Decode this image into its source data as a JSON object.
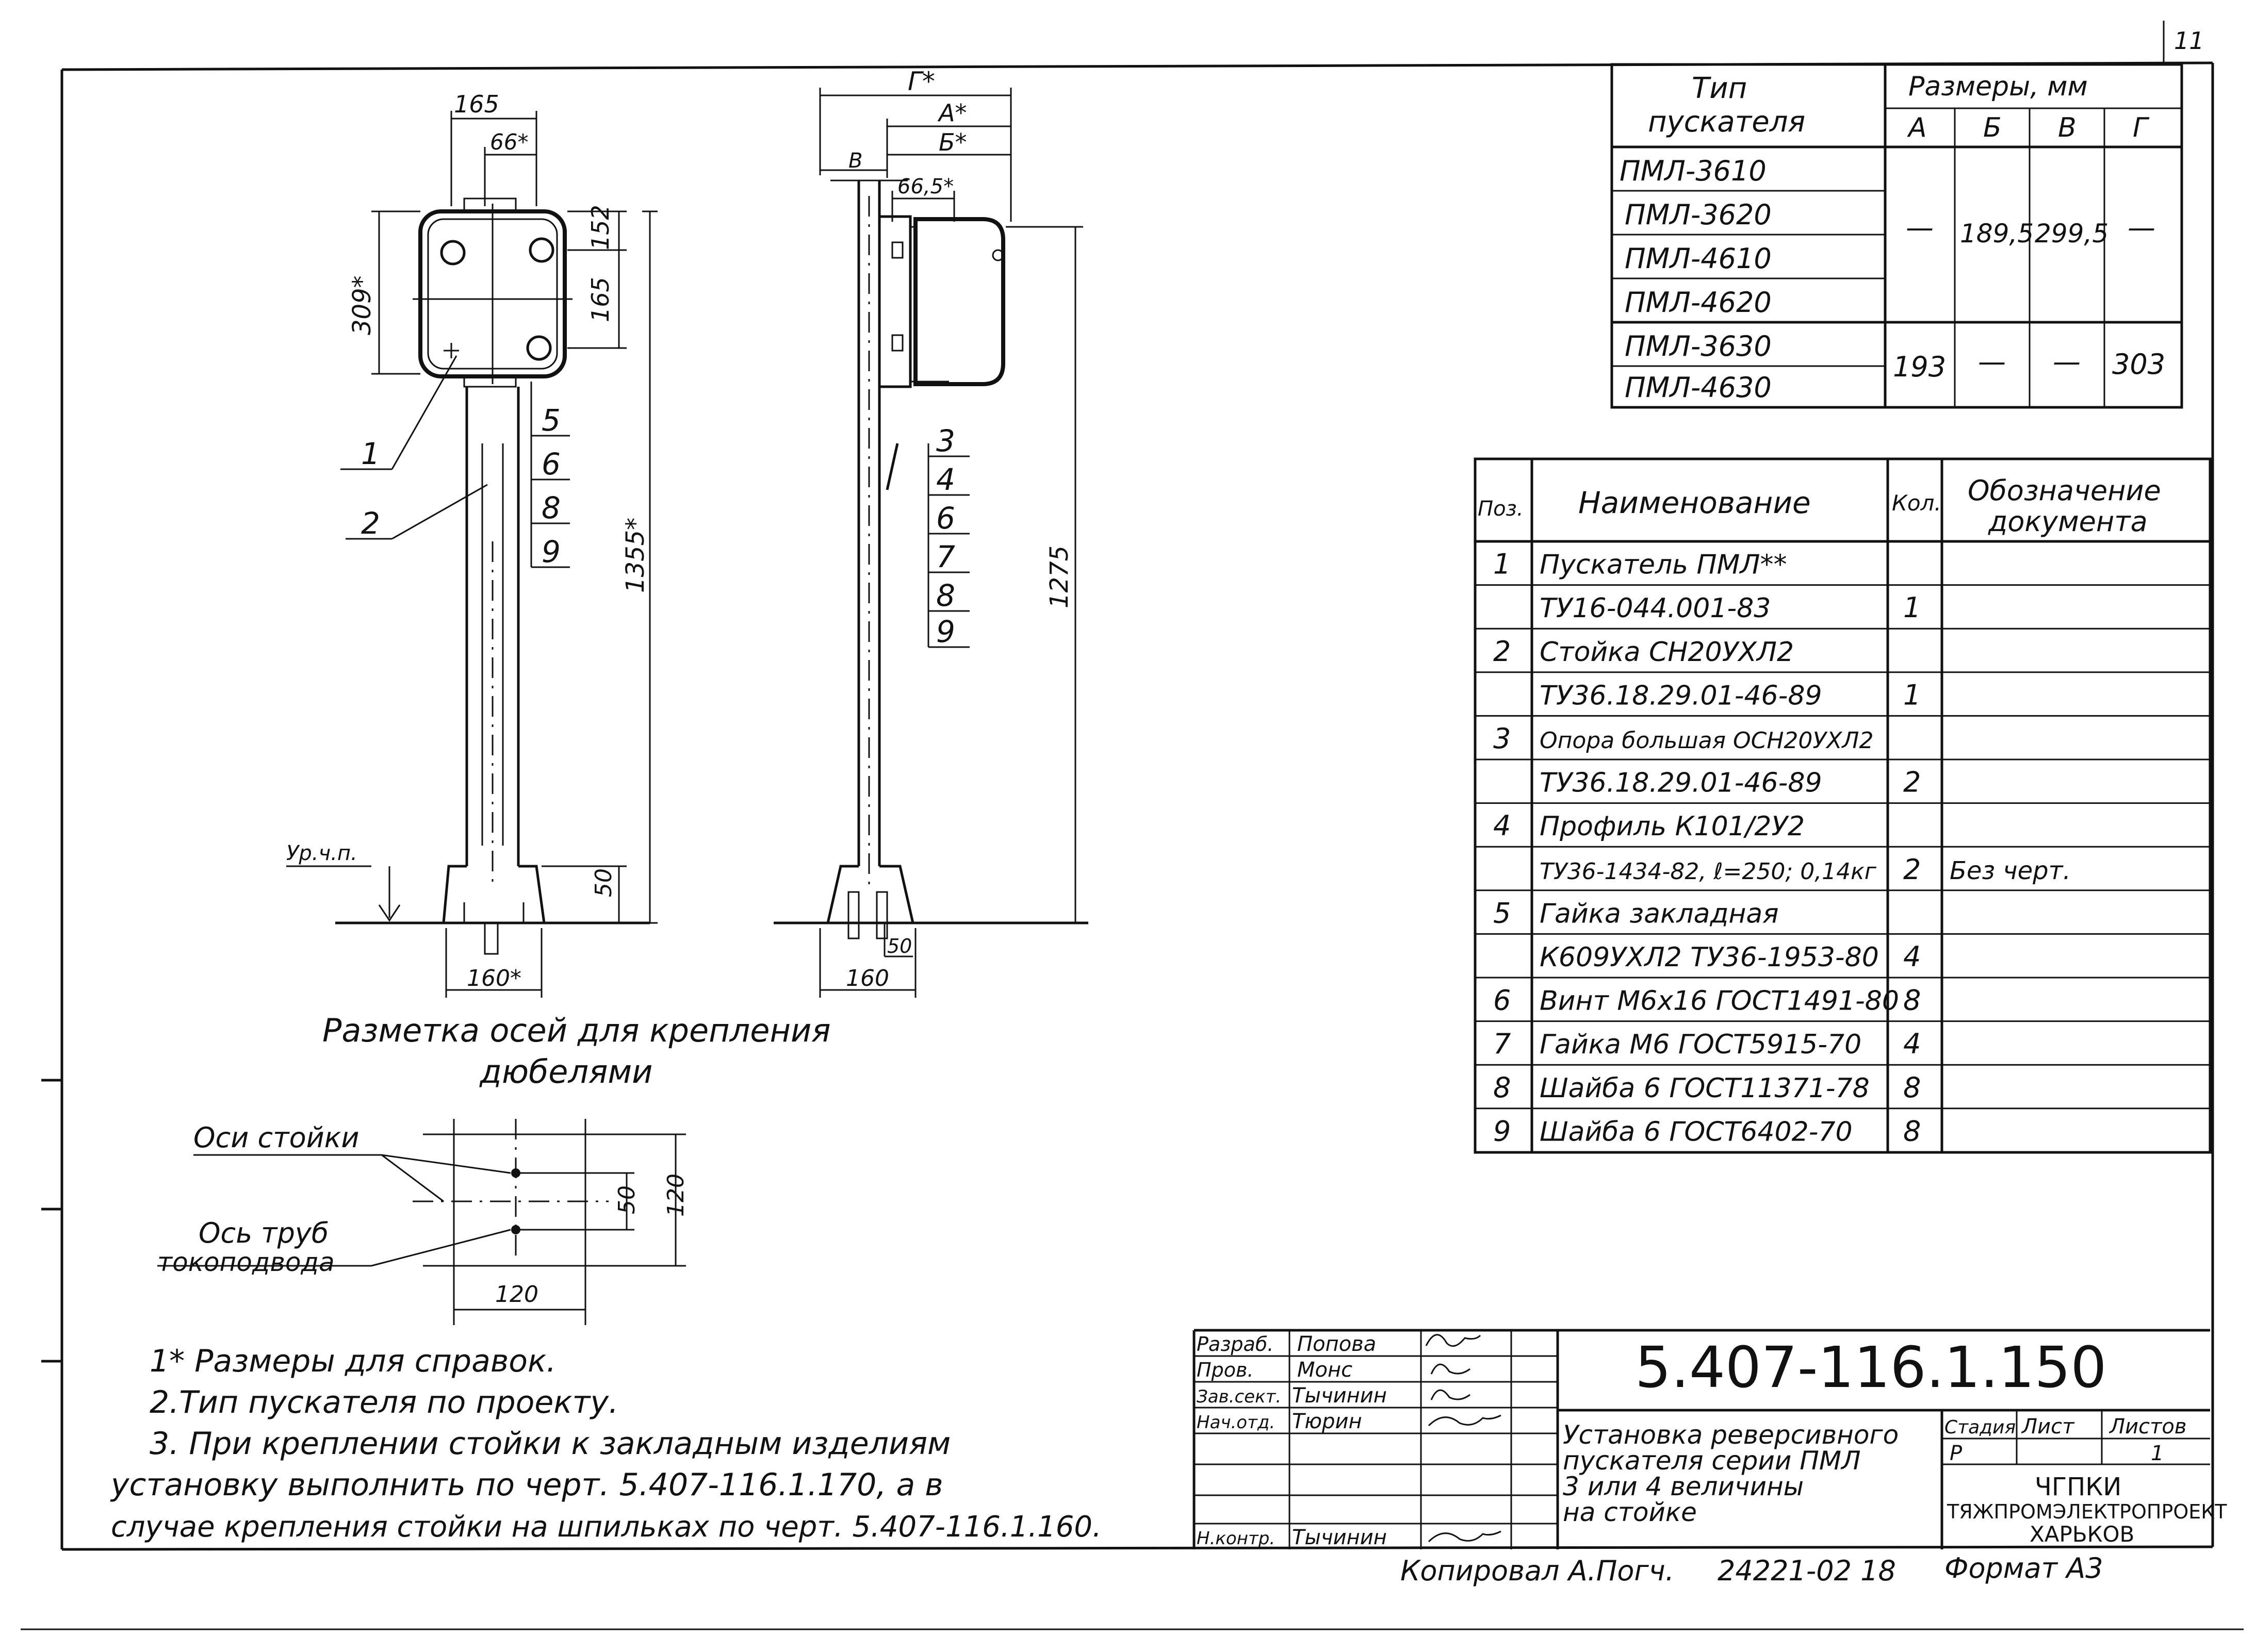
{
  "sheet": {
    "sheet_mark": "11",
    "caption_axes": [
      "Разметка осей для крепления",
      "дюбелями"
    ],
    "axis_labels": {
      "post_axes": "Оси стойки",
      "pipe_axis": [
        "Ось труб",
        "токоподвода"
      ]
    },
    "front_dims": {
      "width_top": "165",
      "offset": "66*",
      "height": "309*",
      "h152": "152",
      "h165": "165",
      "total": "1355*",
      "base": "50",
      "bottom": "160*",
      "level": "Ур.ч.п."
    },
    "side_dims": {
      "g": "Г*",
      "a": "А*",
      "b": "Б*",
      "v": "В",
      "off": "66,5*",
      "h1275": "1275",
      "base50": "50",
      "bottom": "160"
    },
    "axes_dims": {
      "d50": "50",
      "d120v": "120",
      "d120h": "120"
    },
    "front_callouts": [
      "1",
      "2",
      "5",
      "6",
      "8",
      "9"
    ],
    "side_callouts": [
      "3",
      "4",
      "6",
      "7",
      "8",
      "9"
    ],
    "notes": [
      "1* Размеры для справок.",
      "2.Тип пускателя по проекту.",
      "3. При креплении стойки к закладным изделиям",
      "установку выполнить по черт. 5.407-116.1.170, а в",
      "случае крепления стойки на шпильках по черт. 5.407-116.1.160."
    ]
  },
  "starter_table": {
    "header_type": [
      "Тип",
      "пускателя"
    ],
    "header_dims": "Размеры, мм",
    "columns": [
      "А",
      "Б",
      "В",
      "Г"
    ],
    "rows": [
      "ПМЛ-3610",
      "ПМЛ-3620",
      "ПМЛ-4610",
      "ПМЛ-4620",
      "ПМЛ-3630",
      "ПМЛ-4630"
    ],
    "group1": {
      "a": "—",
      "b": "189,5",
      "v": "299,5",
      "g": "—"
    },
    "group2": {
      "a": "193",
      "b": "—",
      "v": "—",
      "g": "303"
    }
  },
  "spec_table": {
    "headers": {
      "pos": "Поз.",
      "name": "Наименование",
      "qty": "Кол.",
      "doc": [
        "Обозначение",
        "документа"
      ]
    },
    "rows": [
      {
        "pos": "1",
        "name": "Пускатель ПМЛ**",
        "qty": "",
        "doc": ""
      },
      {
        "pos": "",
        "name": "ТУ16-044.001-83",
        "qty": "1",
        "doc": ""
      },
      {
        "pos": "2",
        "name": "Стойка СН20УХЛ2",
        "qty": "",
        "doc": ""
      },
      {
        "pos": "",
        "name": "ТУ36.18.29.01-46-89",
        "qty": "1",
        "doc": ""
      },
      {
        "pos": "3",
        "name": "Опора большая ОСН20УХЛ2",
        "qty": "",
        "doc": ""
      },
      {
        "pos": "",
        "name": "ТУ36.18.29.01-46-89",
        "qty": "2",
        "doc": ""
      },
      {
        "pos": "4",
        "name": "Профиль К101/2У2",
        "qty": "",
        "doc": ""
      },
      {
        "pos": "",
        "name": "ТУ36-1434-82, ℓ=250; 0,14кг",
        "qty": "2",
        "doc": "Без черт."
      },
      {
        "pos": "5",
        "name": "Гайка закладная",
        "qty": "",
        "doc": ""
      },
      {
        "pos": "",
        "name": "К609УХЛ2 ТУ36-1953-80",
        "qty": "4",
        "doc": ""
      },
      {
        "pos": "6",
        "name": "Винт М6х16 ГОСТ1491-80",
        "qty": "8",
        "doc": ""
      },
      {
        "pos": "7",
        "name": "Гайка М6 ГОСТ5915-70",
        "qty": "4",
        "doc": ""
      },
      {
        "pos": "8",
        "name": "Шайба 6 ГОСТ11371-78",
        "qty": "8",
        "doc": ""
      },
      {
        "pos": "9",
        "name": "Шайба 6 ГОСТ6402-70",
        "qty": "8",
        "doc": ""
      }
    ]
  },
  "title_block": {
    "code": "5.407-116.1.150",
    "roles": [
      "Разраб.",
      "Пров.",
      "Зав.сект.",
      "Нач.отд.",
      "Н.контр."
    ],
    "people": [
      "Попова",
      "Монс",
      "Тычинин",
      "Тюрин",
      "Тычинин"
    ],
    "title": [
      "Установка реверсивного",
      "пускателя серии ПМЛ",
      "3 или 4 величины",
      "на стойке"
    ],
    "stage_label": "Стадия",
    "sheet_label": "Лист",
    "sheets_label": "Листов",
    "stage": "Р",
    "sheet": "",
    "sheets": "1",
    "org": [
      "ЧГПКИ",
      "ТЯЖПРОМЭЛЕКТРОПРОЕКТ",
      "ХАРЬКОВ"
    ]
  },
  "footer": {
    "copied": "Копировал А.Погч.",
    "number": "24221-02 18",
    "format": "Формат А3"
  }
}
